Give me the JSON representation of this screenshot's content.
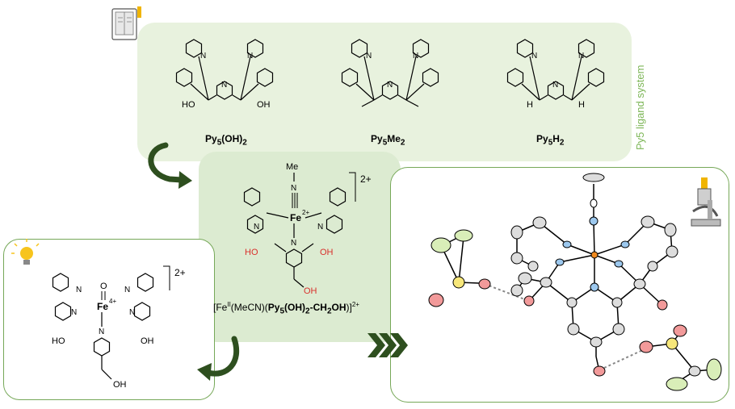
{
  "ligand_system": {
    "side_label": "Py5 ligand system",
    "ligands": [
      {
        "name": "Py5(OH)2",
        "substituent": "OH"
      },
      {
        "name": "Py5Me2",
        "substituent": ""
      },
      {
        "name": "Py5H2",
        "substituent": "H"
      }
    ]
  },
  "center_complex": {
    "label_prefix": "[Fe",
    "label_ox": "II",
    "label_mid": "(MeCN)(",
    "label_bold": "Py5(OH)2-CH2OH",
    "label_end": ")]",
    "label_charge": "2+",
    "charge": "2+",
    "metal": "Fe",
    "metal_charge": "2+",
    "axial_top": "Me",
    "axial_n": "N",
    "oh_left": "HO",
    "oh_right": "OH",
    "oh_bottom": "OH"
  },
  "left_complex": {
    "charge": "2+",
    "metal": "Fe",
    "metal_charge": "4+",
    "axial_top": "O",
    "oh_left": "HO",
    "oh_right": "OH",
    "oh_bottom": "OH"
  },
  "icons": [
    "book-icon",
    "microscope-icon",
    "lightbulb-icon",
    "curved-arrow-icon",
    "chevron-arrows-icon"
  ],
  "colors": {
    "green_fill": "#e8f2de",
    "green_border": "#76a858",
    "arrow_dark": "#2e4f1f",
    "oxygen_red": "#d9302c",
    "fluorine_green": "#b5d98f"
  }
}
